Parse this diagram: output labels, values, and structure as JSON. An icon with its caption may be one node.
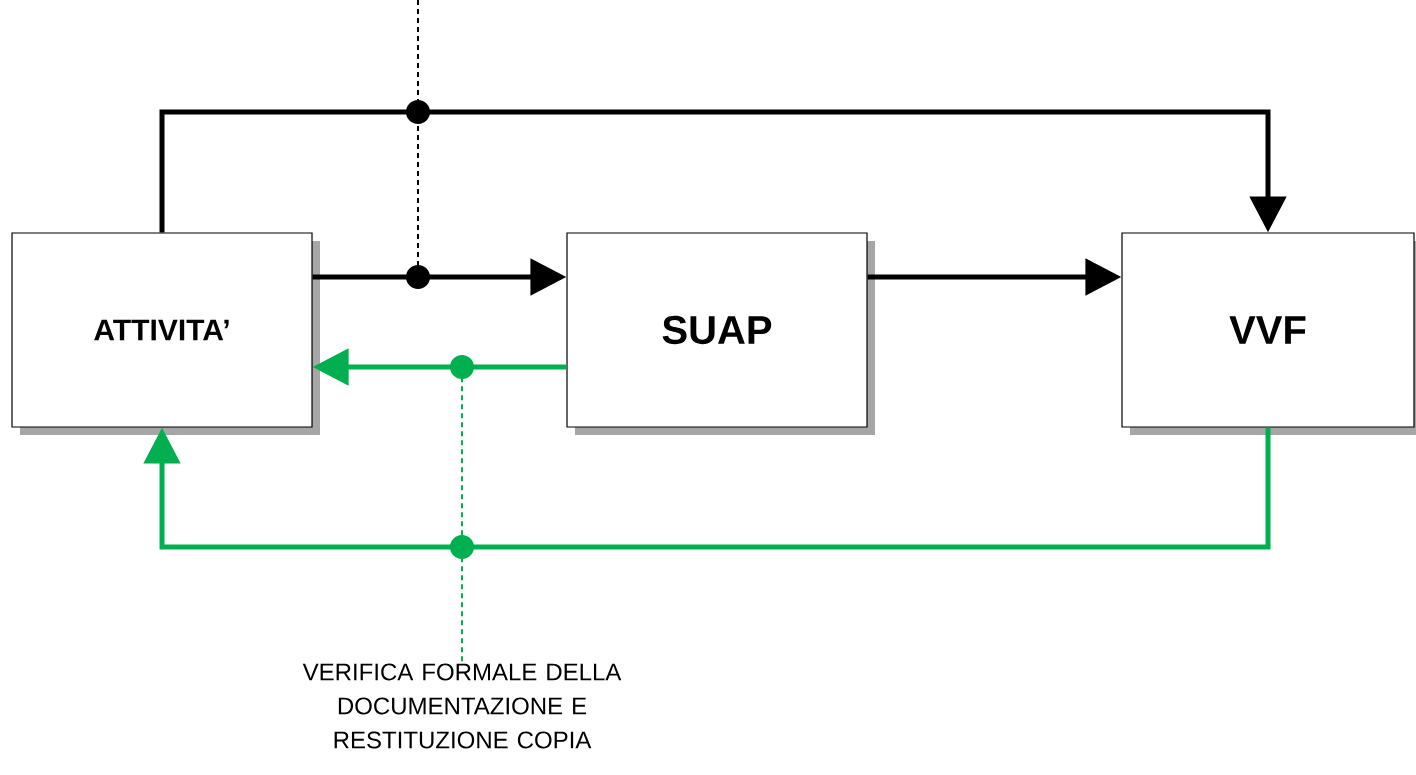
{
  "diagram": {
    "nodes": [
      {
        "text": [
          "ATTIVITA’"
        ]
      },
      {
        "text": [
          "SUAP"
        ]
      },
      {
        "text": [
          "VVF"
        ]
      },
      {
        "text": [
          "VERIFICA FORMALE DELLA DOCUMENTAZIONE E RESTITUZIONE  COPIA"
        ]
      }
    ],
    "edges": [
      {
        "from": 0,
        "to": 2,
        "arrow": "to"
      },
      {
        "from": 0,
        "to": 1,
        "arrow": "to"
      },
      {
        "from": 1,
        "to": 2,
        "arrow": "to"
      },
      {
        "from": 1,
        "to": 0,
        "arrow": "to",
        "color": "#00b050"
      },
      {
        "from": 2,
        "to": 0,
        "arrow": "to",
        "color": "#00b050"
      },
      {
        "from": 3,
        "to": null,
        "arrow": "other",
        "style": "dashed",
        "color": "#00b050"
      }
    ]
  }
}
